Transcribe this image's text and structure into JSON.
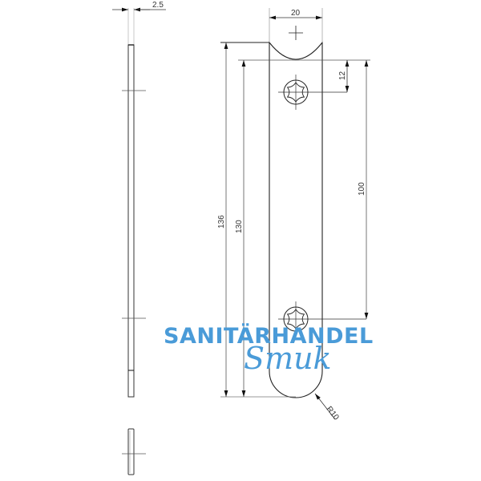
{
  "drawing": {
    "title": "Strike plate technical drawing",
    "views": {
      "side_view": "thickness-view",
      "front_view": "plate-front-view",
      "end_view": "end-section-view"
    },
    "dimensions": {
      "thickness": "2.5",
      "width": "20",
      "hole_offset": "12",
      "hole_spacing": "100",
      "overall_length": "136",
      "inner_length": "130",
      "radius": "R10"
    },
    "icons": {
      "hole_top": "torx-screw-hole-icon",
      "hole_bottom": "torx-screw-hole-icon",
      "center_mark": "crosshair-icon"
    },
    "colors": {
      "line": "#222222",
      "dim_line": "#555555",
      "watermark": "#4a9bd8"
    }
  },
  "watermark": {
    "line1": "SANITÄRHANDEL",
    "line2": "Smuk"
  }
}
